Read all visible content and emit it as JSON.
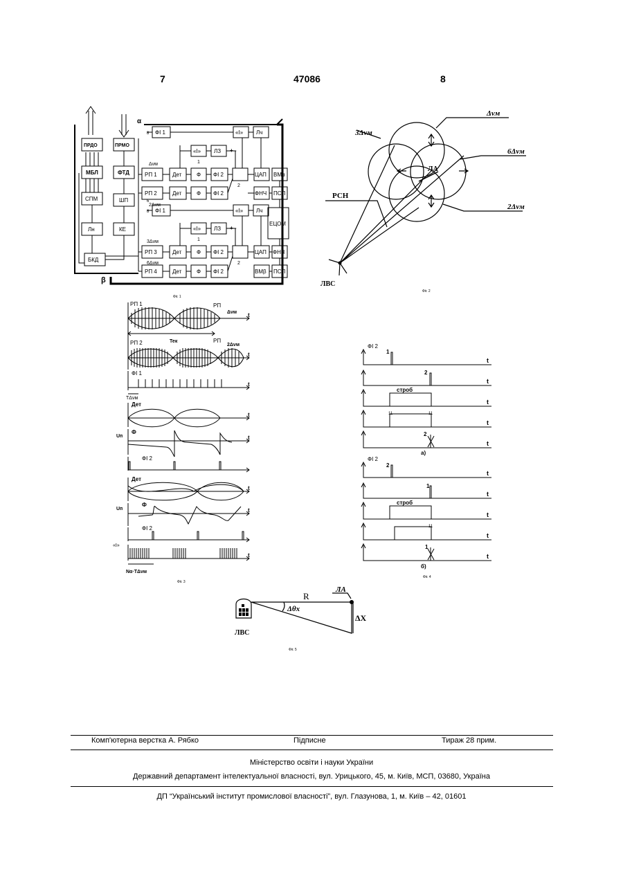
{
  "header": {
    "page_left": "7",
    "patent_number": "47086",
    "page_right": "8"
  },
  "fig1": {
    "caption": "Фіг. 1",
    "alpha": "α",
    "beta": "β",
    "blocks": {
      "prdo": "ПРДО",
      "prmo": "ПРМО",
      "mbl": "МБЛ",
      "ftd": "ФТД",
      "spm": "СПМ",
      "shp": "ШП",
      "li": "Лн",
      "ke": "КЕ",
      "bkd": "БКД",
      "rp1": "РП 1",
      "rp2": "РП 2",
      "rp3": "РП 3",
      "rp4": "РП 4",
      "det": "Дет",
      "f": "Ф",
      "fi1": "ФІ 1",
      "fi2": "ФІ 2",
      "i": "«І»",
      "lch": "Лч",
      "lz": "ЛЗ",
      "tsap": "ЦАП",
      "fnch": "ФНЧ",
      "vma": "ВМα",
      "vmb": "ВМβ",
      "psp": "ПСП",
      "etsom": "ЕЦОМ",
      "dv1": "Δνм",
      "dv2": "2Δνм",
      "dv3": "3Δνм",
      "dv6": "6Δνм",
      "pm": "+ -",
      "n1": "1",
      "n2": "2",
      "n8": "8",
      "n6": "6"
    }
  },
  "fig2": {
    "caption": "Фіг. 2",
    "dv": "Δνм",
    "dv3": "3Δνм",
    "dv6": "6Δνм",
    "dv2": "2Δνм",
    "rsn": "РСН",
    "la": "ЛА",
    "lvs": "ЛВС"
  },
  "fig3": {
    "caption": "Фіг. 3",
    "rp1": "РП 1",
    "rp": "РП",
    "dv": "Δνм",
    "rp2": "РП 2",
    "dv2": "2Δνм",
    "tek": "Тек",
    "fi1": "ФІ 1",
    "tdv": "TΔνм",
    "det": "Дет",
    "un": "Uп",
    "f": "Ф",
    "fi2": "ФІ 2",
    "i": "«І»",
    "nt": "Nα·TΔνм",
    "t": "t"
  },
  "fig4": {
    "caption": "Фіг. 4",
    "fi2": "ФІ 2",
    "one": "1",
    "two": "2",
    "strob": "строб",
    "a": "а)",
    "b": "б)",
    "t": "t",
    "tick": "11"
  },
  "fig5": {
    "caption": "Фіг. 5",
    "r": "R",
    "la": "ЛА",
    "dtheta": "Δθx",
    "dx": "ΔX",
    "lvs": "ЛВС"
  },
  "footer": {
    "layout": "Комп'ютерна верстка А. Рябко",
    "signed": "Підписне",
    "circulation": "Тираж 28 прим.",
    "ministry": "Міністерство освіти і науки України",
    "department": "Державний департамент інтелектуальної власності, вул. Урицького, 45, м. Київ, МСП, 03680, Україна",
    "institute": "ДП “Український інститут промислової власності”, вул. Глазунова, 1, м. Київ – 42, 01601"
  }
}
